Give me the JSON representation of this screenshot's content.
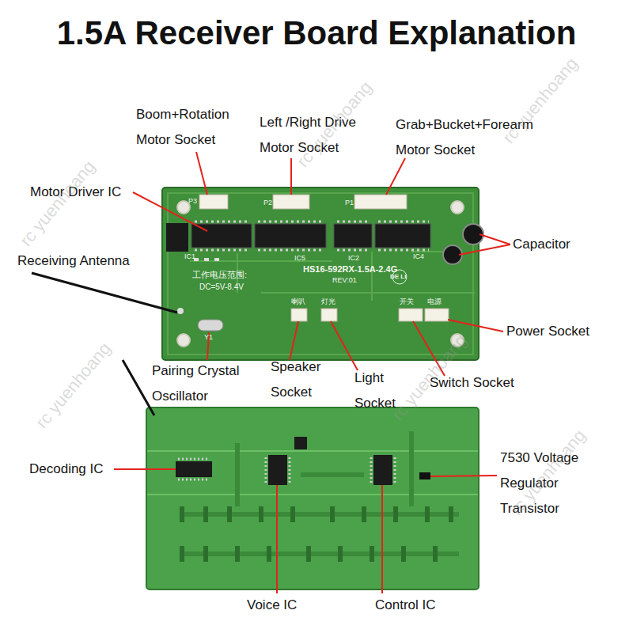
{
  "diagram": {
    "title": "1.5A Receiver Board Explanation",
    "labels": [
      "Boom+Rotation Motor Socket",
      "Left /Right Drive Motor Socket",
      "Grab+Bucket+Forearm Motor Socket",
      "Motor Driver IC",
      "Capacitor",
      "Receiving Antenna",
      "Power Socket",
      "Pairing Crystal Oscillator",
      "Speaker Socket",
      "Light Socket",
      "Switch Socket",
      "Decoding IC",
      "7530 Voltage Regulator Transistor",
      "Voice IC",
      "Control IC",
      "P3",
      "P2",
      "P1",
      "IC1",
      "IC5",
      "IC2",
      "IC4",
      "工作电压范围:",
      "DC=5V-8.4V",
      "HS16-592RX-1.5A-2.4G",
      "REV:01",
      "喇叭",
      "灯光",
      "开关",
      "电源",
      "Y1",
      "DE LI",
      "rc yuenhoang",
      "rc yuenhoang",
      "rc yuenhoang",
      "rc yuenhoang",
      "rc yuenhoang",
      "rc yuenhoang"
    ]
  }
}
